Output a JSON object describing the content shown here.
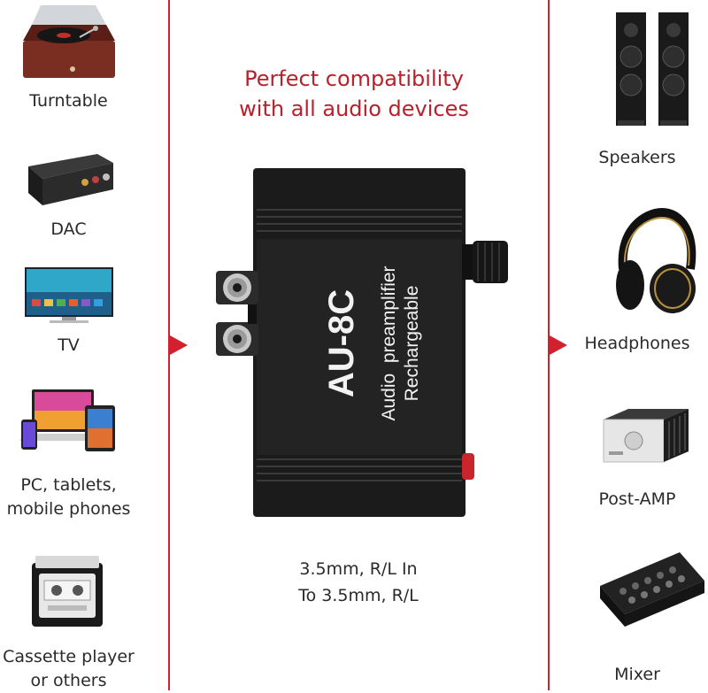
{
  "headline": {
    "line1": "Perfect compatibility",
    "line2": "with all audio devices"
  },
  "product": {
    "model": "AU-8C",
    "line1": "Audio  preamplifier",
    "line2": "Rechargeable",
    "caption_line1": "3.5mm, R/L In",
    "caption_line2": "To 3.5mm, R/L"
  },
  "sources": [
    {
      "label": "Turntable",
      "icon": "turntable-icon"
    },
    {
      "label": "DAC",
      "icon": "dac-icon"
    },
    {
      "label": "TV",
      "icon": "tv-icon"
    },
    {
      "label_line1": "PC, tablets,",
      "label_line2": "mobile phones",
      "icon": "pc-tablet-phone-icon"
    },
    {
      "label_line1": "Cassette player",
      "label_line2": "or others",
      "icon": "cassette-player-icon"
    }
  ],
  "outputs": [
    {
      "label": "Speakers",
      "icon": "speakers-icon"
    },
    {
      "label": "Headphones",
      "icon": "headphones-icon"
    },
    {
      "label": "Post-AMP",
      "icon": "post-amp-icon"
    },
    {
      "label": "Mixer",
      "icon": "mixer-icon"
    }
  ],
  "colors": {
    "accent": "#d3202f",
    "headline": "#b8202c",
    "device_body": "#202020",
    "text": "#2a2a2a"
  }
}
